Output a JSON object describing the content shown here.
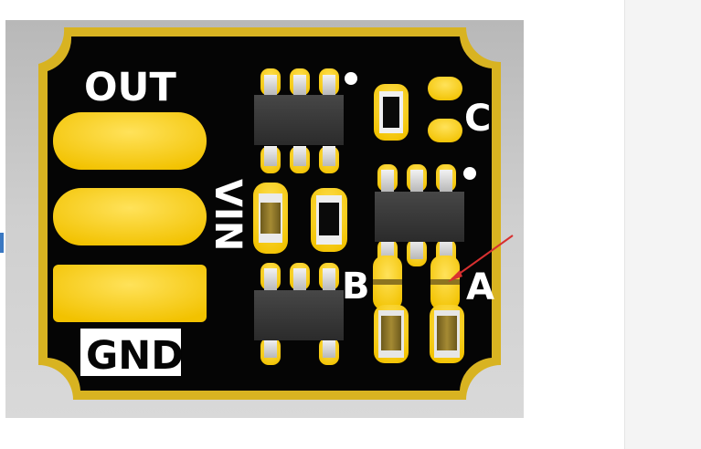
{
  "board": {
    "labels": {
      "out": "OUT",
      "vin": "VIN",
      "gnd": "GND",
      "a": "A",
      "b": "B",
      "c": "C"
    },
    "colors": {
      "background": "#c9c9c9",
      "soldermask": "#050505",
      "copper_pad": "#ffd21a",
      "board_edge_gold": "#d8b321",
      "ic_body": "#3a3a3a",
      "pointer_arrow": "#d83030"
    }
  }
}
